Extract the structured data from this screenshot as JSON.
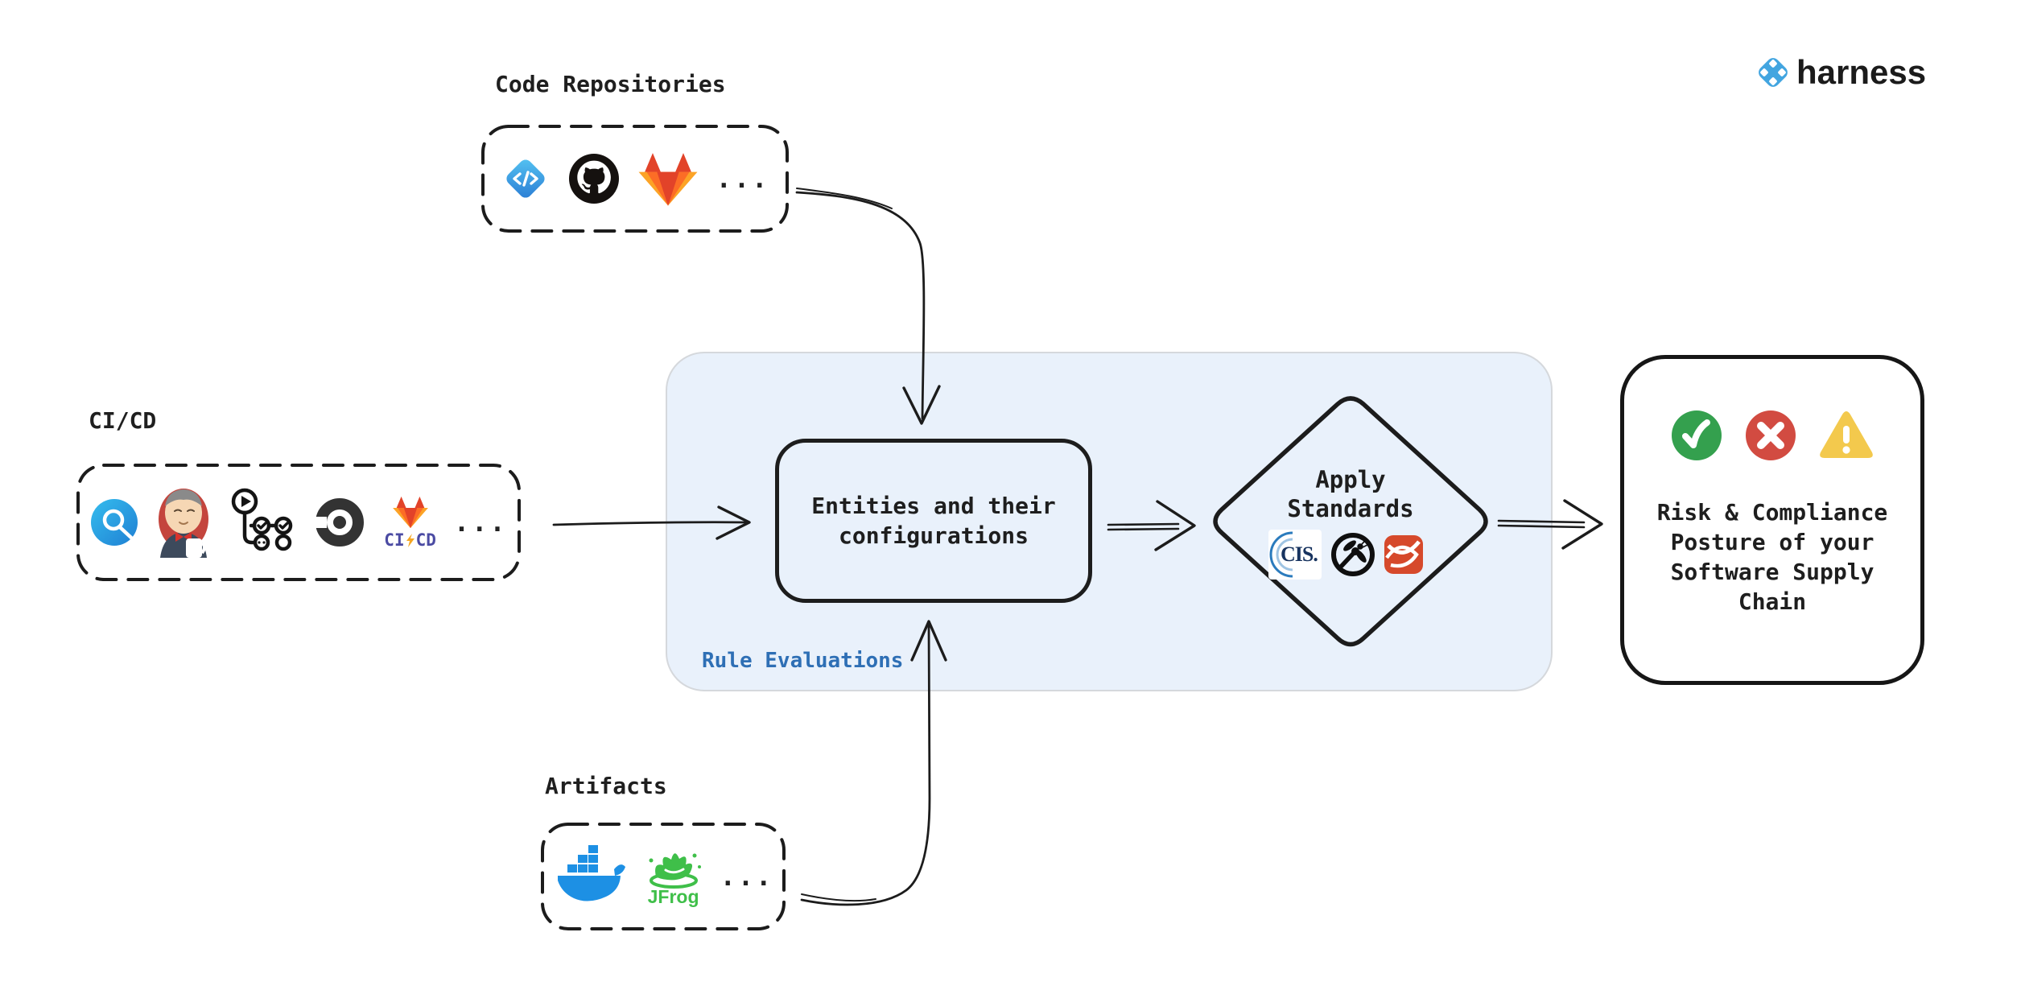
{
  "brand": {
    "name": "harness"
  },
  "sections": {
    "code_repositories": {
      "label": "Code Repositories",
      "icons": [
        "Azure DevOps",
        "GitHub",
        "GitLab"
      ],
      "ellipsis": "..."
    },
    "cicd": {
      "label": "CI/CD",
      "icons": [
        "Harness CI",
        "Jenkins",
        "GitHub Actions",
        "CircleCI",
        "GitLab CI/CD"
      ],
      "gitlab": {
        "ci": "CI",
        "cd": "CD"
      },
      "ellipsis": "..."
    },
    "artifacts": {
      "label": "Artifacts",
      "icons": [
        "Docker",
        "JFrog"
      ],
      "jfrog_text": "JFrog",
      "ellipsis": "..."
    }
  },
  "flow": {
    "rule_evaluations_label": "Rule Evaluations",
    "entities_text": "Entities and their configurations",
    "apply_standards_text": "Apply Standards",
    "standards_icons": [
      "CIS",
      "OWASP",
      "orange-swirl-standard"
    ],
    "cis_text": "CIS.",
    "result_icons": [
      "check",
      "cross",
      "warning"
    ],
    "result_text": "Risk & Compliance Posture of your Software Supply Chain"
  },
  "colors": {
    "rule_box_fill": "#e9f1fb",
    "rule_label_blue": "#2e6fb5",
    "ink": "#1d1d1d",
    "harness_blue": "#42a5e0",
    "check_green": "#34a04e",
    "cross_red": "#d24b41",
    "warning_yellow": "#f3c94d",
    "docker_blue": "#1d90e4",
    "jfrog_green": "#3fbf49",
    "gitlab_orange": "#e24329",
    "cis_navy": "#17335f",
    "standard_orange": "#d6492b"
  }
}
